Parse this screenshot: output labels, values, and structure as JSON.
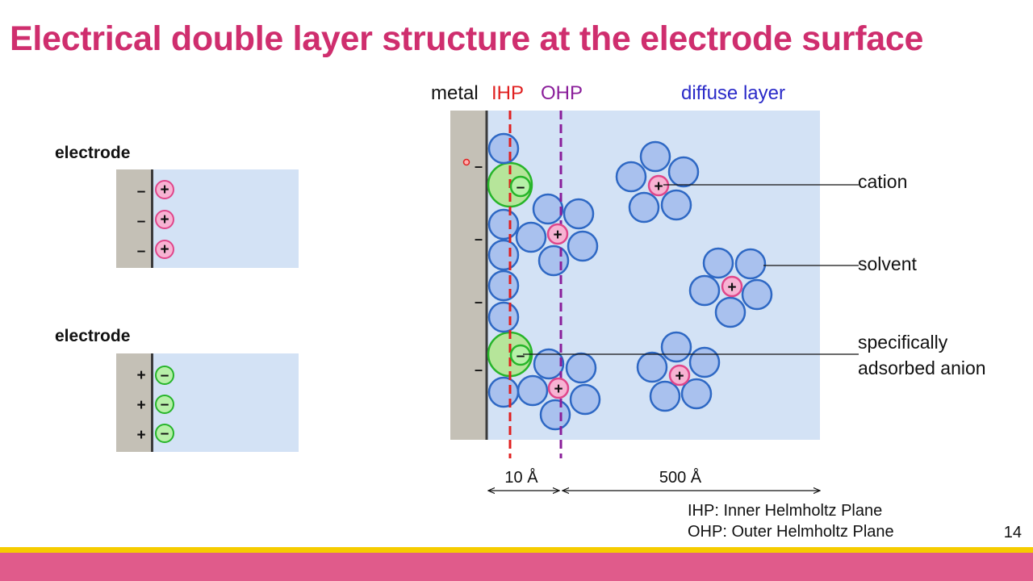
{
  "slide": {
    "title": "Electrical double layer structure at the electrode surface",
    "page_number": "14"
  },
  "panels": [
    {
      "label": "electrode",
      "electrode_sign": "–",
      "ion_sign": "+",
      "ion_kind": "cation"
    },
    {
      "label": "electrode",
      "electrode_sign": "+",
      "ion_sign": "–",
      "ion_kind": "anion"
    }
  ],
  "main_diagram": {
    "layer_labels": {
      "metal": "metal",
      "ihp": "IHP",
      "ohp": "OHP",
      "diffuse": "diffuse layer"
    },
    "electrode_sign": "–",
    "cation_sign": "+",
    "anion_sign": "–",
    "callouts": {
      "cation": "cation",
      "solvent": "solvent",
      "anion_line1": "specifically",
      "anion_line2": "adsorbed anion"
    },
    "dimensions": {
      "inner": "10 Å",
      "outer": "500 Å"
    },
    "legend": {
      "ihp": "IHP: Inner Helmholtz Plane",
      "ohp": "OHP: Outer Helmholtz Plane"
    }
  },
  "colors": {
    "title": "#cf2e6e",
    "ihp": "#e02020",
    "ohp": "#8a1e9a",
    "diffuse": "#2a2ac8",
    "electrolyte": "#d3e2f5",
    "metal": "#c4c0b6",
    "solvent_fill": "#a9c1ee",
    "solvent_stroke": "#2e68c4",
    "cation_fill": "#f7b3d3",
    "cation_stroke": "#e0468a",
    "anion_fill": "#b7f0a8",
    "anion_stroke": "#27b52a",
    "footer_yellow": "#f6cc00",
    "footer_pink": "#e05b8b"
  }
}
